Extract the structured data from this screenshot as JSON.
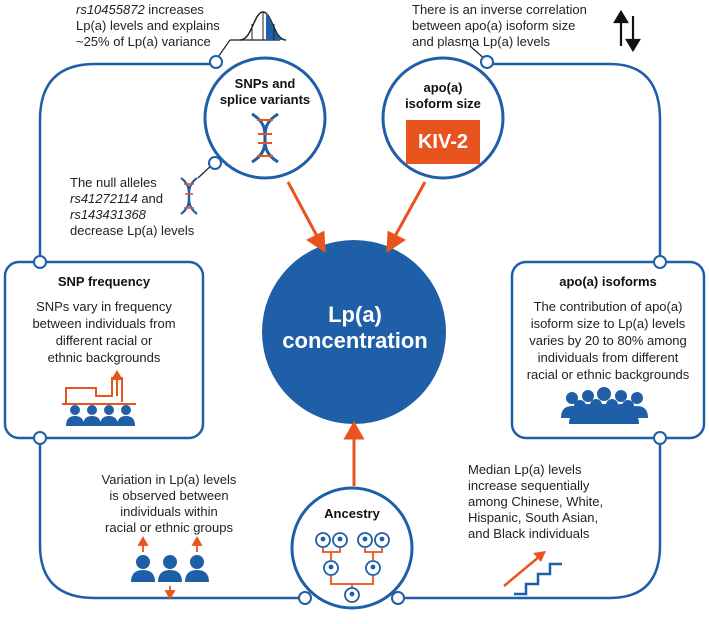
{
  "center": {
    "line1": "Lp(a)",
    "line2": "concentration"
  },
  "snps_node": {
    "title_l1": "SNPs and",
    "title_l2": "splice variants"
  },
  "isoform_node": {
    "title_l1": "apo(a)",
    "title_l2": "isoform size",
    "tag": "KIV-2"
  },
  "ancestry_node": {
    "title": "Ancestry"
  },
  "rs_note": {
    "rs_id": "rs10455872",
    "l1_rest": " increases",
    "l2": "Lp(a) levels and explains",
    "l3": "~25% of Lp(a) variance"
  },
  "inverse_note": {
    "l1": "There is an inverse correlation",
    "l2": "between apo(a) isoform size",
    "l3": "and plasma Lp(a) levels"
  },
  "null_note": {
    "l1": "The null alleles",
    "rs1": "rs41272114",
    "and": " and",
    "rs2": "rs143431368",
    "l4": "decrease Lp(a) levels"
  },
  "snp_box": {
    "title": "SNP frequency",
    "l1": "SNPs vary in frequency",
    "l2": "between individuals from",
    "l3": "different racial or",
    "l4": "ethnic backgrounds"
  },
  "isoform_box": {
    "title": "apo(a) isoforms",
    "l1": "The contribution of apo(a)",
    "l2": "isoform size to Lp(a) levels",
    "l3": "varies by 20 to 80% among",
    "l4": "individuals from different",
    "l5": "racial or ethnic backgrounds"
  },
  "variation_note": {
    "l1": "Variation in Lp(a) levels",
    "l2": "is observed between",
    "l3": "individuals within",
    "l4": "racial or ethnic groups"
  },
  "median_note": {
    "l1": "Median Lp(a) levels",
    "l2": "increase sequentially",
    "l3": "among Chinese, White,",
    "l4": "Hispanic, South Asian,",
    "l5": "and Black individuals"
  },
  "colors": {
    "blue": "#1f5fa8",
    "orange": "#e8541e"
  }
}
